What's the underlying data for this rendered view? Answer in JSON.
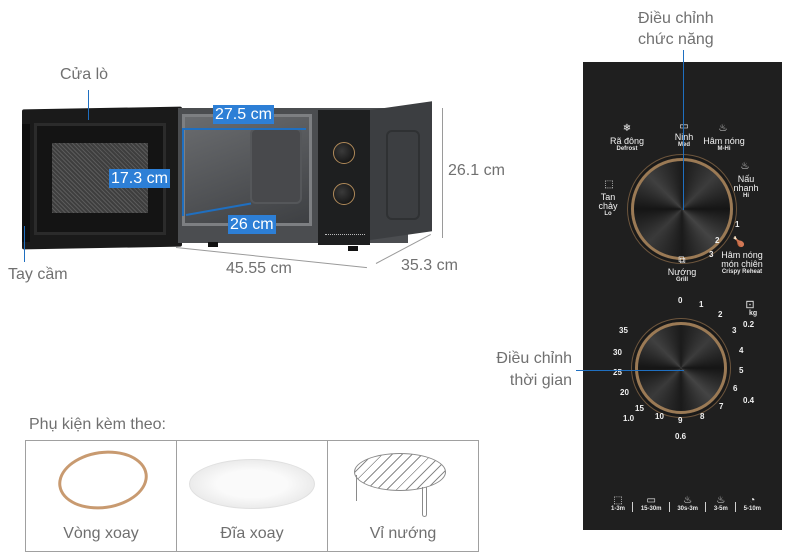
{
  "product_illustration": {
    "labels": {
      "door": "Cửa lò",
      "handle": "Tay cầm"
    },
    "dimensions": {
      "cavity_width": "27.5 cm",
      "cavity_height": "17.3 cm",
      "cavity_depth": "26 cm",
      "outer_height": "26.1 cm",
      "outer_width": "45.55 cm",
      "outer_depth": "35.3 cm"
    },
    "colors": {
      "dimension_badge": "#2d7fd6",
      "leader_line": "#1f6fc0"
    }
  },
  "control_panel": {
    "function_knob_callout": [
      "Điều chỉnh",
      "chức năng"
    ],
    "timer_knob_callout": [
      "Điều chỉnh",
      "thời gian"
    ],
    "function_modes": [
      {
        "icon": "defrost-icon",
        "label": "Rã đông",
        "sub": "Defrost"
      },
      {
        "icon": "simmer-icon",
        "label": "Ninh",
        "sub": "Med"
      },
      {
        "icon": "reheat-icon",
        "label": "Hâm nóng",
        "sub": "M-Hi"
      },
      {
        "icon": "quick-cook-icon",
        "label_lines": [
          "Nấu",
          "nhanh"
        ],
        "sub": "Hi"
      },
      {
        "icon": "melt-icon",
        "label_lines": [
          "Tan",
          "chảy"
        ],
        "sub": "Lo"
      },
      {
        "icon": "crispy-reheat-icon",
        "label_lines": [
          "Hâm nóng",
          "món chiên"
        ],
        "sub": "Crispy Reheat"
      },
      {
        "icon": "grill-icon",
        "label": "Nướng",
        "sub": "Grill"
      }
    ],
    "combo_levels": [
      "1",
      "2",
      "3"
    ],
    "timer_ticks": [
      "0",
      "1",
      "2",
      "3",
      "4",
      "5",
      "6",
      "7",
      "8",
      "9",
      "10",
      "15",
      "20",
      "25",
      "30",
      "35"
    ],
    "weight_scale": {
      "icon": "defrost-weight-icon",
      "unit": "kg",
      "marks": [
        "0.2",
        "0.4",
        "0.6",
        "1.0"
      ]
    },
    "legend": [
      {
        "icon": "melt-icon",
        "time": "1-3m"
      },
      {
        "icon": "simmer-icon",
        "time": "15-30m"
      },
      {
        "icon": "reheat-icon",
        "time": "30s-3m"
      },
      {
        "icon": "quick-cook-icon",
        "time": "3-5m"
      },
      {
        "icon": "crispy-reheat-icon",
        "time": "5-10m"
      }
    ]
  },
  "accessories": {
    "title": "Phụ kiện kèm theo:",
    "items": [
      {
        "name": "Vòng xoay"
      },
      {
        "name": "Đĩa xoay"
      },
      {
        "name": "Vỉ nướng"
      }
    ]
  }
}
